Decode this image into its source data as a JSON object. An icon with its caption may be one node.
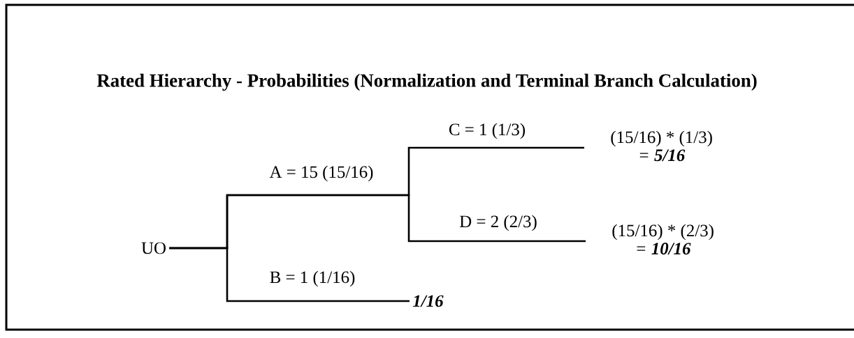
{
  "diagram": {
    "title": "Rated Hierarchy - Probabilities (Normalization and Terminal Branch Calculation)",
    "nodes": [
      {
        "text": [
          "UO"
        ]
      },
      {
        "text": [
          "(15/16) * (1/3)",
          "= **5/16**"
        ]
      },
      {
        "text": [
          "(15/16) * (2/3)",
          "= **10/16**"
        ]
      },
      {
        "text": [
          "1/16"
        ]
      }
    ],
    "edges": [
      {
        "from": 0,
        "to": 1,
        "arrow": "none",
        "label": "C = 1 (1/3)"
      },
      {
        "from": 0,
        "to": 2,
        "arrow": "none",
        "label": "D = 2 (2/3)"
      },
      {
        "from": 0,
        "to": 3,
        "arrow": "none",
        "label": "B = 1 (1/16)"
      }
    ],
    "labels": [
      "A = 15 (15/16)"
    ]
  }
}
